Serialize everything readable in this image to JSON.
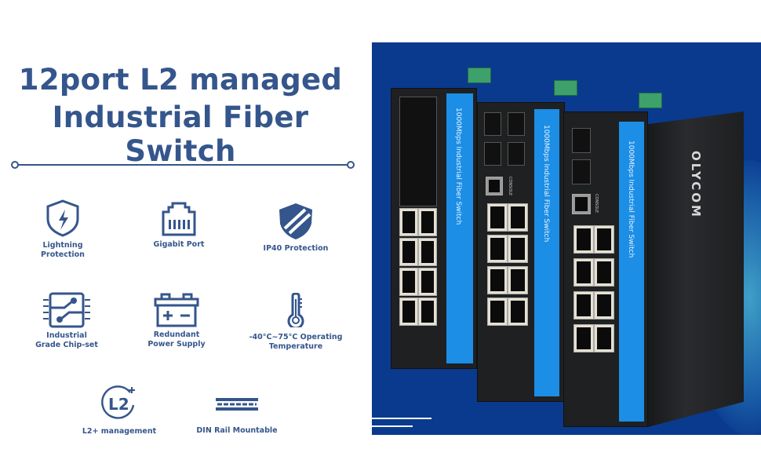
{
  "headline": {
    "line1": "12port L2 managed",
    "line2": "Industrial Fiber Switch"
  },
  "features": [
    {
      "icon": "lightning-shield-icon",
      "label1": "Lightning",
      "label2": "Protection"
    },
    {
      "icon": "ethernet-port-icon",
      "label1": "Gigabit Port",
      "label2": ""
    },
    {
      "icon": "shield-icon",
      "label1": "IP40 Protection",
      "label2": ""
    },
    {
      "icon": "chipset-icon",
      "label1": "Industrial",
      "label2": "Grade Chip-set"
    },
    {
      "icon": "battery-icon",
      "label1": "Redundant",
      "label2": "Power Supply"
    },
    {
      "icon": "thermometer-icon",
      "label1": "-40°C~75°C Operating",
      "label2": "Temperature"
    },
    {
      "icon": "l2-plus-icon",
      "label1": "L2+ management",
      "label2": ""
    },
    {
      "icon": "din-rail-icon",
      "label1": "DIN Rail Mountable",
      "label2": ""
    }
  ],
  "product": {
    "strip_text": "1000Mbps Industrial Fiber Switch",
    "brand": "OLYCOM",
    "console_label": "CONSOLE",
    "colors": {
      "panel": "#0a3a8e",
      "strip": "#1c8ee6",
      "text": "#35568c"
    }
  }
}
